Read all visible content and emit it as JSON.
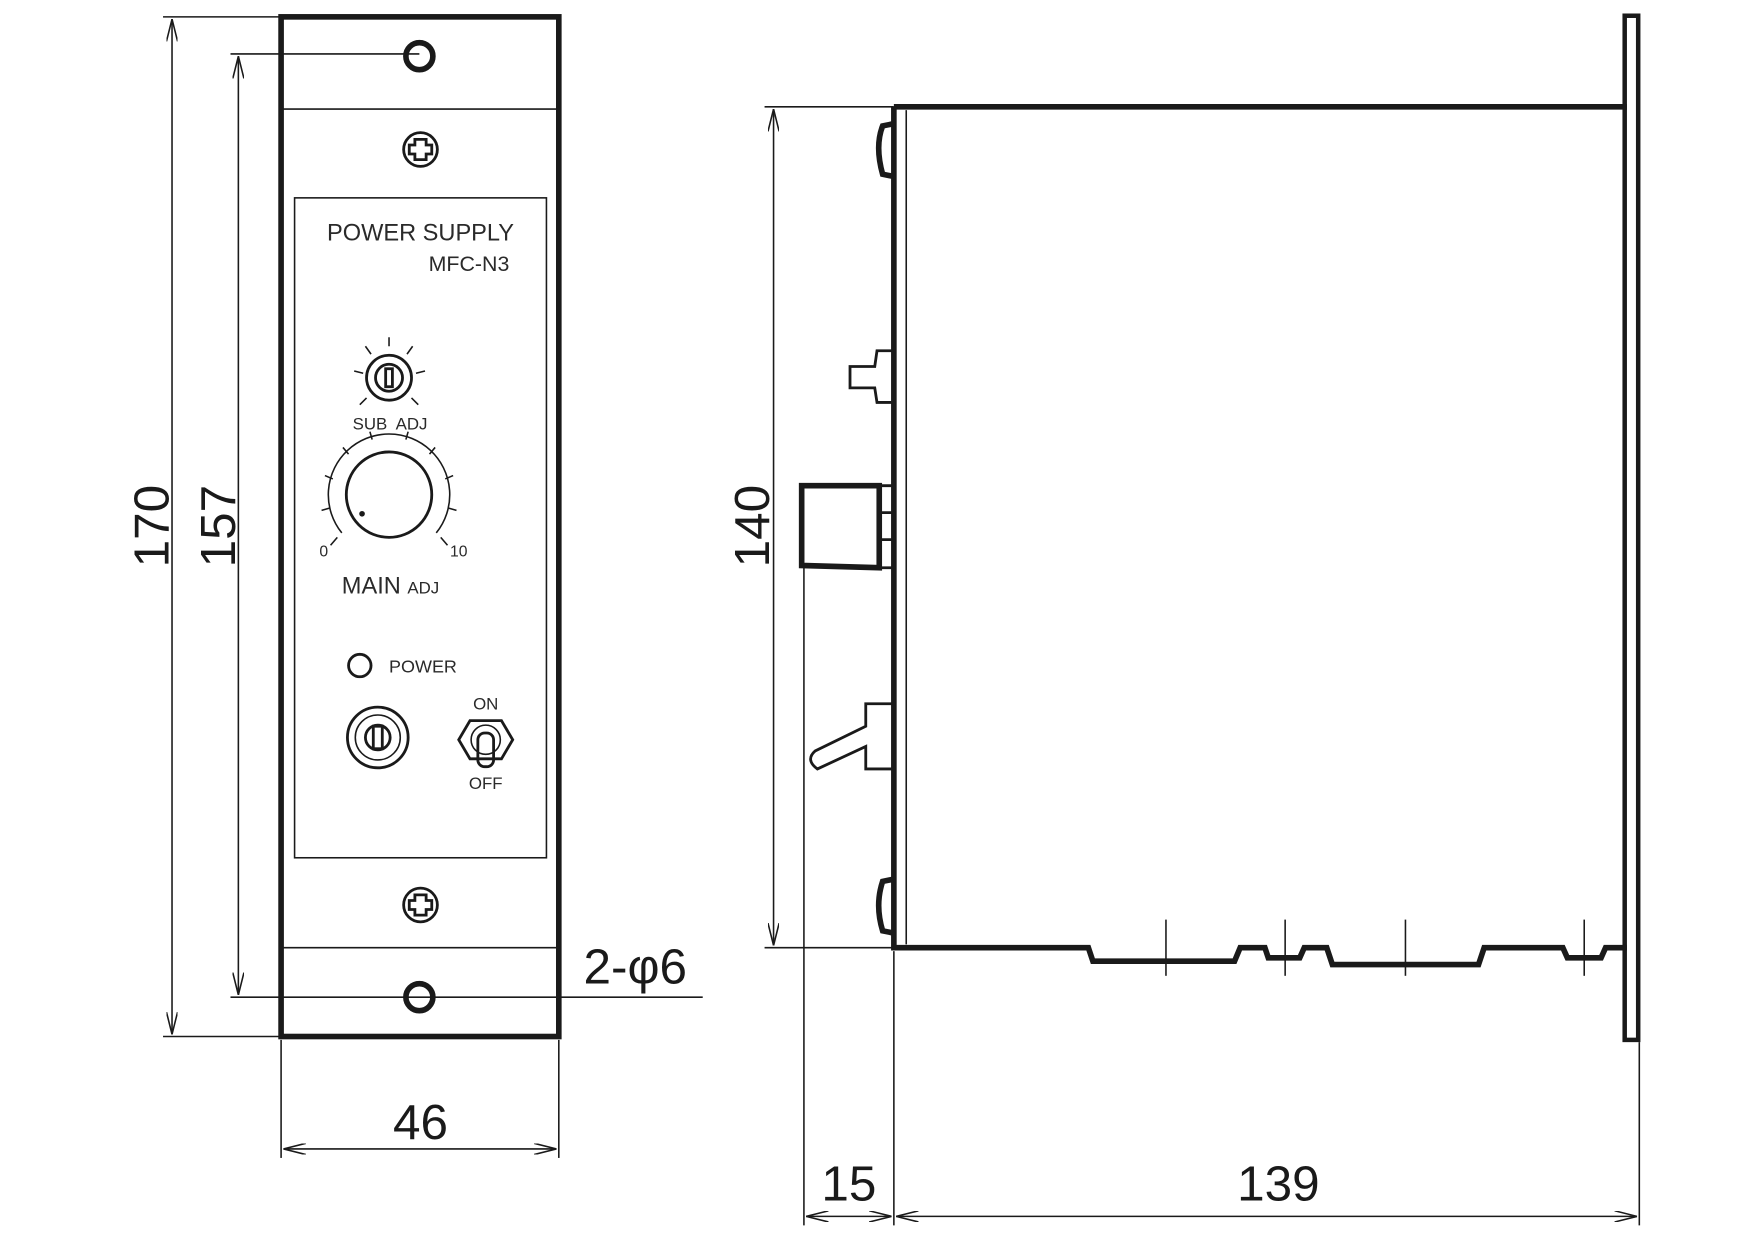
{
  "front_panel": {
    "title": "POWER SUPPLY",
    "model": "MFC-N3",
    "sub_adj_label_1": "SUB",
    "sub_adj_label_2": "ADJ",
    "main_scale_min": "0",
    "main_scale_max": "10",
    "main_label": "MAIN",
    "main_label_suffix": "ADJ",
    "power_label": "POWER",
    "switch_on": "ON",
    "switch_off": "OFF"
  },
  "dimensions": {
    "overall_height": "170",
    "hole_pitch": "157",
    "holes": "2-φ6",
    "panel_width": "46",
    "body_height": "140",
    "front_protrusion": "15",
    "body_depth": "139"
  }
}
